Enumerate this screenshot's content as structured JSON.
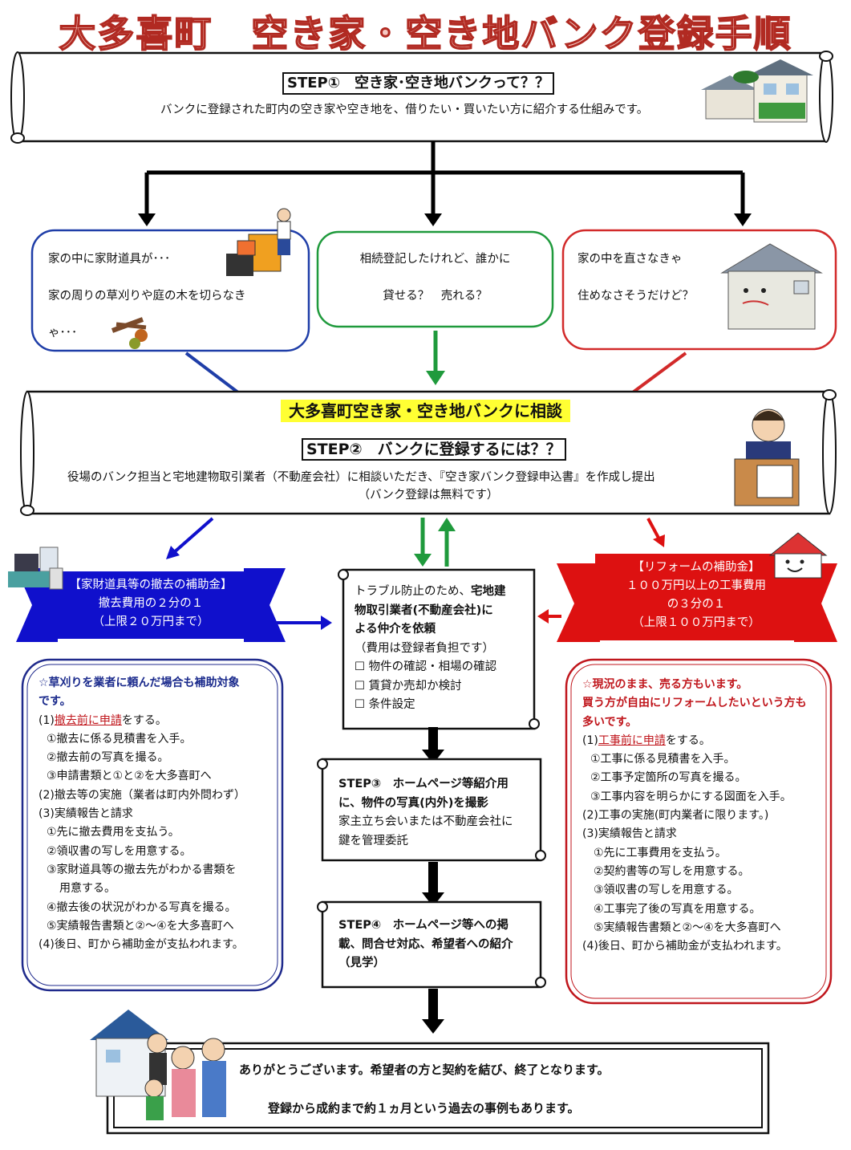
{
  "title": "大多喜町　空き家・空き地バンク登録手順",
  "step1": {
    "heading": "STEP①　空き家･空き地バンクって？？",
    "text": "バンクに登録された町内の空き家や空き地を、借りたい・買いたい方に紹介する仕組みです。"
  },
  "concerns": [
    {
      "lines": [
        "家の中に家財道具が･･･",
        "家の周りの草刈りや庭の木を切らなき",
        "ゃ･･･"
      ],
      "color": "#1f3ea8"
    },
    {
      "lines": [
        "相続登記したけれど、誰かに",
        "貸せる？　売れる？"
      ],
      "color": "#1f9a3c"
    },
    {
      "lines": [
        "家の中を直さなきゃ",
        "住めなさそうだけど？"
      ],
      "color": "#d22a2a"
    }
  ],
  "step2": {
    "highlight": "大多喜町空き家・空き地バンクに相談",
    "heading": "STEP②　バンクに登録するには？？",
    "line1": "役場のバンク担当と宅地建物取引業者（不動産会社）に相談いただき、『空き家バンク登録申込書』を作成し提出",
    "line2": "（バンク登録は無料です）"
  },
  "subsidy_left": {
    "title": "【家財道具等の撤去の補助金】",
    "line1": "撤去費用の２分の１",
    "line2": "（上限２０万円まで）",
    "color": "#1010cc"
  },
  "subsidy_right": {
    "title": "【リフォームの補助金】",
    "line1": "１００万円以上の工事費用",
    "line2": "の３分の１",
    "line3": "（上限１００万円まで）",
    "color": "#dd1111"
  },
  "middle_box": {
    "line1a": "トラブル防止のため、",
    "line1b": "宅地建",
    "line2": "物取引業者(不動産会社)に",
    "line3": "よる仲介を依頼",
    "line4": "（費用は登録者負担です）",
    "checks": [
      "物件の確認・相場の確認",
      "賃貸か売却か検討",
      "条件設定"
    ],
    "checkbox": "☐"
  },
  "left_detail": {
    "note1": "☆草刈りを業者に頼んだ場合も補助対象",
    "note2": "です。",
    "p1_pre": "(1)",
    "p1_u": "撤去前に申請",
    "p1_post": "をする。",
    "items": [
      "①撤去に係る見積書を入手。",
      "②撤去前の写真を撮る。",
      "③申請書類と①と②を大多喜町へ",
      "(2)撤去等の実施（業者は町内外問わず）",
      "(3)実績報告と請求",
      "①先に撤去費用を支払う。",
      "②領収書の写しを用意する。",
      "③家財道具等の撤去先がわかる書類を",
      "用意する。",
      "④撤去後の状況がわかる写真を撮る。",
      "⑤実績報告書類と②～④を大多喜町へ",
      "(4)後日、町から補助金が支払われます。"
    ]
  },
  "right_detail": {
    "note1": "☆現況のまま、売る方もいます。",
    "note2": "買う方が自由にリフォームしたいという方も",
    "note3": "多いです。",
    "p1_pre": "(1)",
    "p1_u": "工事前に申請",
    "p1_post": "をする。",
    "items": [
      "①工事に係る見積書を入手。",
      "②工事予定箇所の写真を撮る。",
      "③工事内容を明らかにする図面を入手。",
      "(2)工事の実施(町内業者に限ります。)",
      "(3)実績報告と請求",
      "①先に工事費用を支払う。",
      "②契約書等の写しを用意する。",
      "③領収書の写しを用意する。",
      "④工事完了後の写真を用意する。",
      "⑤実績報告書類と②～④を大多喜町へ",
      "(4)後日、町から補助金が支払われます。"
    ]
  },
  "step3": {
    "line1": "STEP③　ホームページ等紹介用",
    "line2": "に、物件の写真(内外)を撮影",
    "line3": "家主立ち会いまたは不動産会社に",
    "line4": "鍵を管理委託"
  },
  "step4": {
    "line1": "STEP④　ホームページ等への掲",
    "line2": "載、問合せ対応、希望者への紹介",
    "line3": "（見学）"
  },
  "final": {
    "line1": "ありがとうございます。希望者の方と契約を結び、終了となります。",
    "line2": "登録から成約まで約１ヵ月という過去の事例もあります。"
  }
}
